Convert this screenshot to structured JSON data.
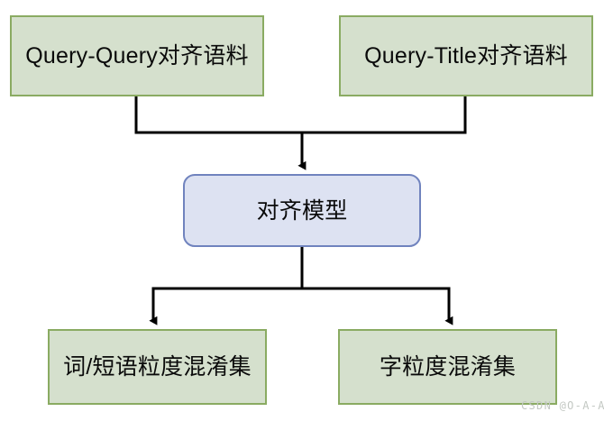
{
  "diagram": {
    "type": "flowchart",
    "direction": "top-to-bottom",
    "background_color": "#ffffff",
    "nodes": [
      {
        "id": "query-query-corpus",
        "label": "Query-Query对齐语料",
        "shape": "rectangle",
        "fill_color": "#d5e0cd",
        "border_color": "#8aab62",
        "text_color": "#0a0a0a"
      },
      {
        "id": "query-title-corpus",
        "label": "Query-Title对齐语料",
        "shape": "rectangle",
        "fill_color": "#d5e0cd",
        "border_color": "#8aab62",
        "text_color": "#0a0a0a"
      },
      {
        "id": "alignment-model",
        "label": "对齐模型",
        "shape": "rounded-rectangle",
        "fill_color": "#dde2f2",
        "border_color": "#7083be",
        "text_color": "#0a0a0a"
      },
      {
        "id": "word-phrase-confusion-set",
        "label": "词/短语粒度混淆集",
        "shape": "rectangle",
        "fill_color": "#d5e0cd",
        "border_color": "#8aab62",
        "text_color": "#0a0a0a"
      },
      {
        "id": "char-confusion-set",
        "label": "字粒度混淆集",
        "shape": "rectangle",
        "fill_color": "#d5e0cd",
        "border_color": "#8aab62",
        "text_color": "#0a0a0a"
      }
    ],
    "edges": [
      {
        "id": "edge-qq-to-model",
        "from": "query-query-corpus",
        "to": "alignment-model",
        "arrow": true,
        "color": "#000000"
      },
      {
        "id": "edge-qt-to-model",
        "from": "query-title-corpus",
        "to": "alignment-model",
        "arrow": true,
        "color": "#000000"
      },
      {
        "id": "edge-model-to-word",
        "from": "alignment-model",
        "to": "word-phrase-confusion-set",
        "arrow": true,
        "color": "#000000"
      },
      {
        "id": "edge-model-to-char",
        "from": "alignment-model",
        "to": "char-confusion-set",
        "arrow": true,
        "color": "#000000"
      }
    ]
  },
  "watermark": {
    "text": "CSDN @O-A-A",
    "color": "#c3c8c3"
  }
}
